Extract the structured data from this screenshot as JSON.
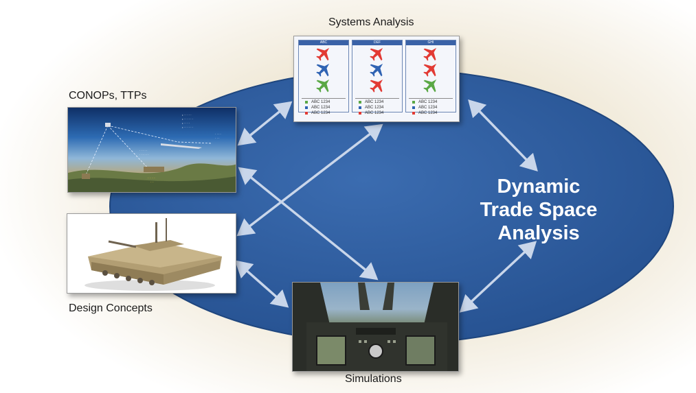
{
  "diagram": {
    "center_title": [
      "Dynamic",
      "Trade Space",
      "Analysis"
    ],
    "labels": {
      "systems_analysis": "Systems Analysis",
      "conops": "CONOPs, TTPs",
      "design_concepts": "Design Concepts",
      "simulations": "Simulations"
    },
    "systems_analysis_panel": {
      "columns": [
        {
          "head": "ABC",
          "planes": [
            "red",
            "blue",
            "green"
          ],
          "legend": [
            "ABC 1234",
            "ABC 1234",
            "ABC 1234"
          ]
        },
        {
          "head": "DEF",
          "planes": [
            "red",
            "blue",
            "red"
          ],
          "legend": [
            "ABC 1234",
            "ABC 1234",
            "ABC 1234"
          ]
        },
        {
          "head": "GHI",
          "planes": [
            "red",
            "red",
            "green"
          ],
          "legend": [
            "ABC 1234",
            "ABC 1234",
            "ABC 1234"
          ]
        }
      ]
    },
    "colors": {
      "ellipse": "#2d5b9b",
      "ellipse_edge": "#1f467e",
      "arrow": "#c9d6ea",
      "plane_red": "#e23a34",
      "plane_blue": "#2f63b3",
      "plane_green": "#5aa845"
    }
  }
}
